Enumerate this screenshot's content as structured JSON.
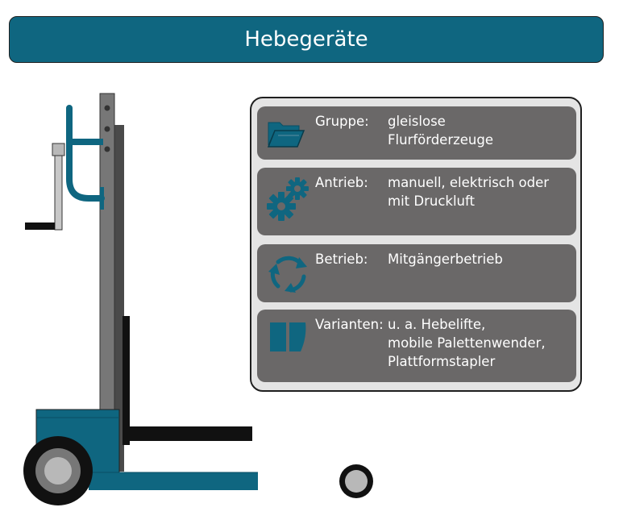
{
  "title": "Hebegeräte",
  "colors": {
    "primary": "#0f6680",
    "panel_bg": "#e4e4e4",
    "row_bg": "#6a6868",
    "dark": "#1f1f1f"
  },
  "rows": [
    {
      "icon": "folder-icon",
      "label": "Gruppe:",
      "lines": [
        "gleislose",
        "Flurförderzeuge"
      ]
    },
    {
      "icon": "gears-icon",
      "label": "Antrieb:",
      "lines": [
        "manuell, elektrisch oder",
        "mit Druckluft"
      ]
    },
    {
      "icon": "cycle-arrows-icon",
      "label": "Betrieb:",
      "lines": [
        "Mitgängerbetrieb"
      ]
    },
    {
      "icon": "book-icon",
      "label": "Varianten:",
      "lines": [
        "u. a.  Hebelifte,",
        "mobile Palettenwender,",
        "Plattformstapler"
      ]
    }
  ]
}
